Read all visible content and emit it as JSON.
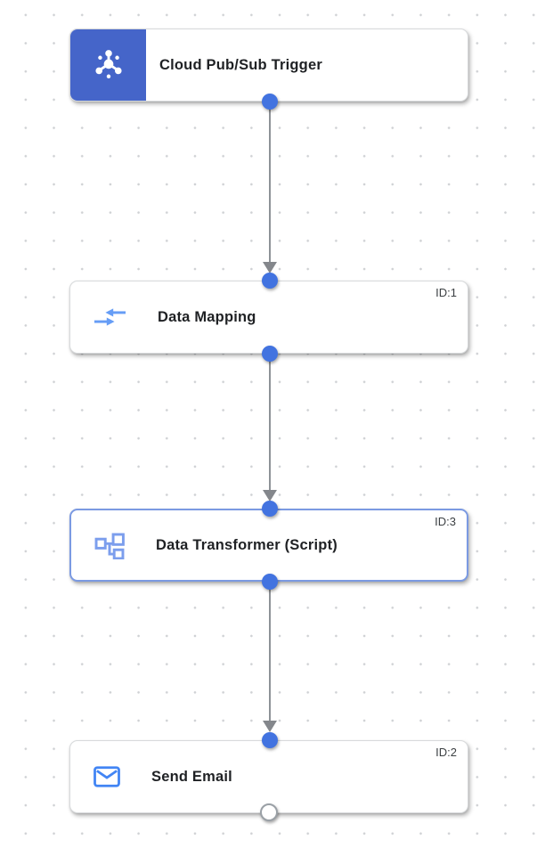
{
  "canvas": {
    "kind": "integration-workflow-canvas",
    "background_color": "#ffffff",
    "grid_dot_color": "#cfd1d4"
  },
  "colors": {
    "trigger_block_blue": "#4565c9",
    "port_blue": "#4273e0",
    "edge_gray": "#8e9297",
    "selected_border_blue": "#7b9ae2",
    "node_border_gray": "#d8dadc",
    "label_text": "#1f2124",
    "id_text": "#3c4043",
    "mapping_icon_blue": "#669df6",
    "transformer_icon_blue": "#7c9eed",
    "email_icon_blue": "#4285f4"
  },
  "nodes": [
    {
      "label": "Cloud Pub/Sub Trigger",
      "type": "trigger",
      "icon": "pubsub-icon",
      "selected": false
    },
    {
      "label": "Data Mapping",
      "id_label": "ID:1",
      "type": "task",
      "icon": "data-mapping-icon",
      "selected": false
    },
    {
      "label": "Data Transformer (Script)",
      "id_label": "ID:3",
      "type": "task",
      "icon": "data-transformer-icon",
      "selected": true
    },
    {
      "label": "Send Email",
      "id_label": "ID:2",
      "type": "task",
      "icon": "send-email-icon",
      "selected": false
    }
  ],
  "edges": [
    {
      "from": "Cloud Pub/Sub Trigger",
      "to": "Data Mapping"
    },
    {
      "from": "Data Mapping",
      "to": "Data Transformer (Script)"
    },
    {
      "from": "Data Transformer (Script)",
      "to": "Send Email"
    }
  ]
}
